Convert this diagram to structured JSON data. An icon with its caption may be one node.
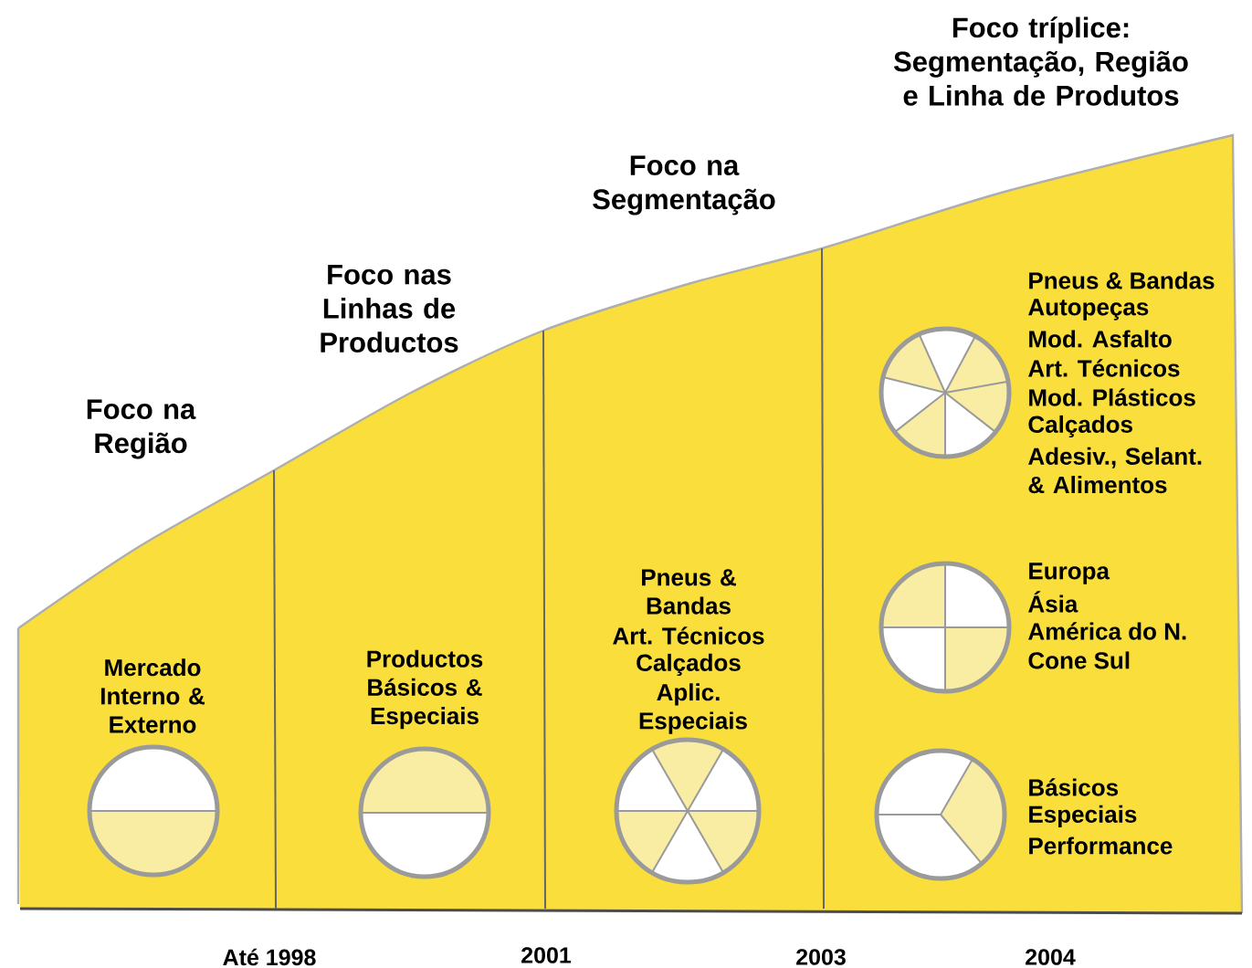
{
  "diagram": {
    "labels": [
      "Foco tríplice: Segmentação, Região e Linha de Produtos",
      "Foco na Segmentação",
      "Foco nas Linhas de Productos",
      "Foco na Região",
      "Pneus & Bandas",
      "Autopeças",
      "Mod. Asfalto",
      "Art. Técnicos",
      "Mod. Plásticos",
      "Calçados",
      "Adesiv., Selant. & Alimentos",
      "Pneus & Bandas",
      "Art. Técnicos",
      "Calçados",
      "Aplic. Especiais",
      "Europa",
      "Ásia",
      "América do N.",
      "Cone Sul",
      "Mercado Interno & Externo",
      "Productos Básicos & Especiais",
      "Básicos",
      "Especiais",
      "Performance",
      "Até 1998",
      "2001",
      "2003",
      "2004"
    ]
  }
}
